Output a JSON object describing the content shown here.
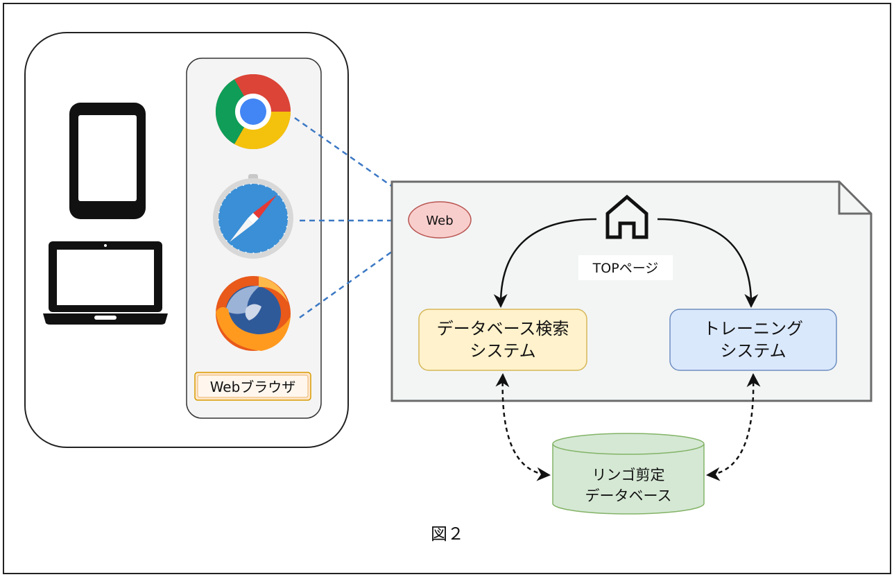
{
  "device_group": {
    "browser_panel": {
      "label": "Webブラウザ",
      "browsers": [
        {
          "icon": "chrome-icon"
        },
        {
          "icon": "safari-icon"
        },
        {
          "icon": "firefox-icon"
        }
      ]
    },
    "devices": [
      {
        "icon": "tablet-icon"
      },
      {
        "icon": "laptop-icon"
      }
    ]
  },
  "web_node": {
    "label": "Web"
  },
  "site": {
    "top_label": "TOPページ",
    "top_icon": "home-icon",
    "systems": [
      {
        "line1": "データベース検索",
        "line2": "システム"
      },
      {
        "line1": "トレーニング",
        "line2": "システム"
      }
    ]
  },
  "database": {
    "line1": "リンゴ剪定",
    "line2": "データベース"
  },
  "caption": "図２",
  "colors": {
    "web_fill": "#f8cecc",
    "web_stroke": "#b85450",
    "yellow_fill": "#fff2cc",
    "yellow_stroke": "#d6b656",
    "blue_fill": "#dae8fc",
    "blue_stroke": "#6c8ebf",
    "green_fill": "#d5e8d4",
    "green_stroke": "#82b366",
    "dashed_arrow": "#3b78c4"
  }
}
